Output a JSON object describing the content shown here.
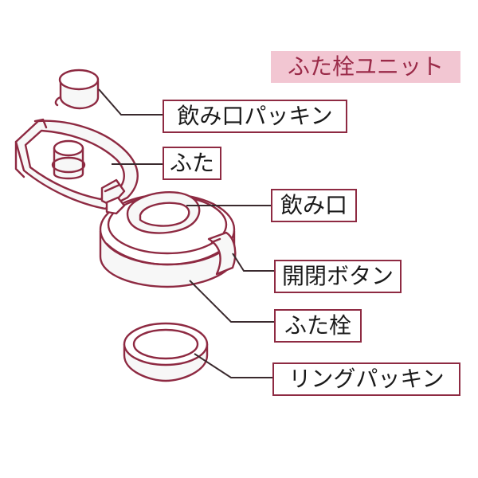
{
  "title": "ふた栓ユニット",
  "labels": {
    "drink_spout_packing": "飲み口パッキン",
    "lid": "ふた",
    "drink_spout": "飲み口",
    "open_close_button": "開閉ボタン",
    "lid_plug": "ふた栓",
    "ring_packing": "リングパッキン"
  },
  "colors": {
    "line": "#8e2a42",
    "title_bg": "#f2c6d2",
    "title_text": "#9a2a48",
    "part_fill": "#f7f7f7"
  }
}
